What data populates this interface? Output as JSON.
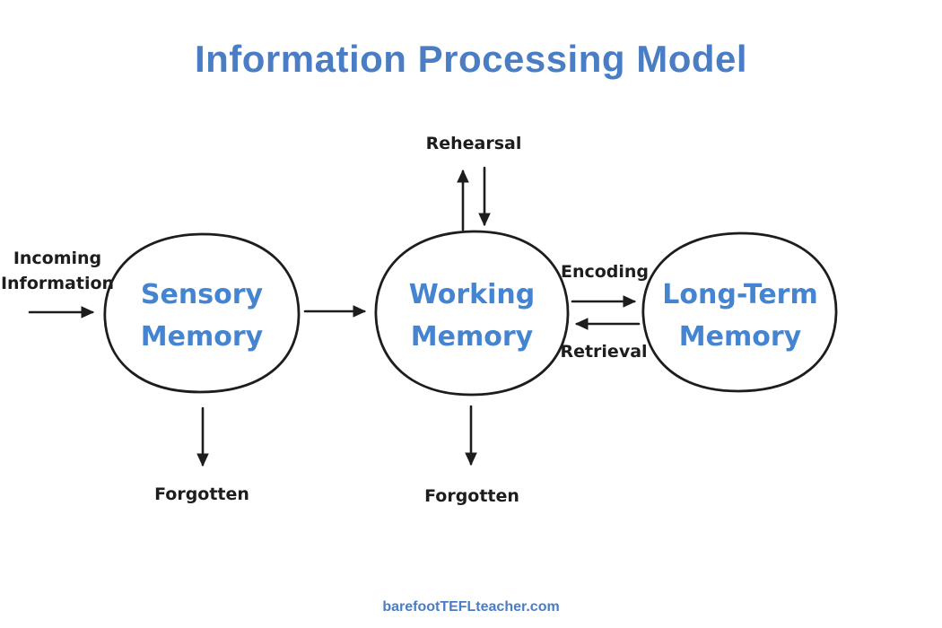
{
  "title": "Information Processing Model",
  "footer": "barefootTEFLteacher.com",
  "colors": {
    "ink_black": "#1d1d1d",
    "title_blue": "#4a7dc3",
    "node_label_blue": "#4584d0",
    "background": "#ffffff"
  },
  "nodes": [
    {
      "id": "sensory-memory",
      "line1": "Sensory",
      "line2": "Memory"
    },
    {
      "id": "working-memory",
      "line1": "Working",
      "line2": "Memory"
    },
    {
      "id": "long-term-memory",
      "line1": "Long-Term",
      "line2": "Memory"
    }
  ],
  "labels": {
    "incoming_line1": "Incoming",
    "incoming_line2": "Information",
    "rehearsal": "Rehearsal",
    "encoding": "Encoding",
    "retrieval": "Retrieval",
    "forgotten_sensory": "Forgotten",
    "forgotten_working": "Forgotten"
  }
}
